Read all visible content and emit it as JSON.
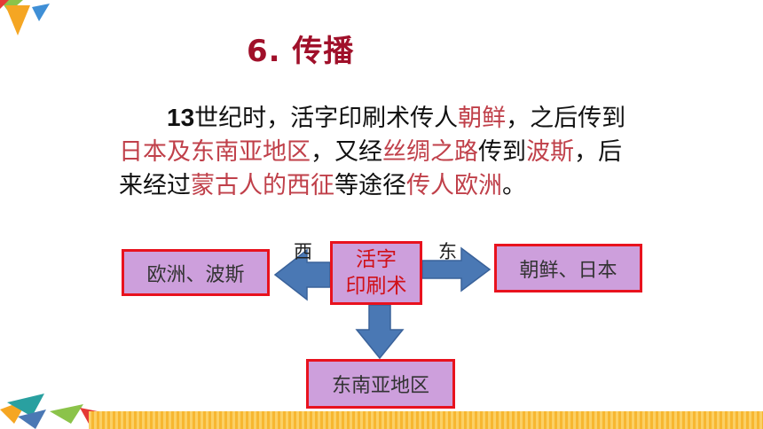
{
  "title": "6. 传播",
  "paragraph": {
    "line1": [
      {
        "text": "13",
        "style": "num"
      },
      {
        "text": "世纪时，活字印刷术传人",
        "style": "plain"
      },
      {
        "text": "朝鲜",
        "style": "hl"
      },
      {
        "text": "，之后传到",
        "style": "plain"
      }
    ],
    "line2": [
      {
        "text": "日本及东南亚地区",
        "style": "hl"
      },
      {
        "text": "，又经",
        "style": "plain"
      },
      {
        "text": "丝绸之路",
        "style": "hl"
      },
      {
        "text": "传到",
        "style": "plain"
      },
      {
        "text": "波斯",
        "style": "hl"
      },
      {
        "text": "，后",
        "style": "plain"
      }
    ],
    "line3": [
      {
        "text": "来经过",
        "style": "plain"
      },
      {
        "text": "蒙古人的西征",
        "style": "hl"
      },
      {
        "text": "等途径",
        "style": "plain"
      },
      {
        "text": "传人欧洲",
        "style": "hl"
      },
      {
        "text": "。",
        "style": "plain"
      }
    ]
  },
  "diagram": {
    "center_line1": "活字",
    "center_line2": "印刷术",
    "west_label": "西",
    "east_label": "东",
    "west_box": "欧洲、波斯",
    "east_box": "朝鲜、日本",
    "south_box": "东南亚地区"
  },
  "colors": {
    "title": "#a0102a",
    "highlight": "#c0404a",
    "box_fill": "#cd9fdc",
    "box_border": "#e8121e",
    "arrow": "#4a78b4"
  }
}
